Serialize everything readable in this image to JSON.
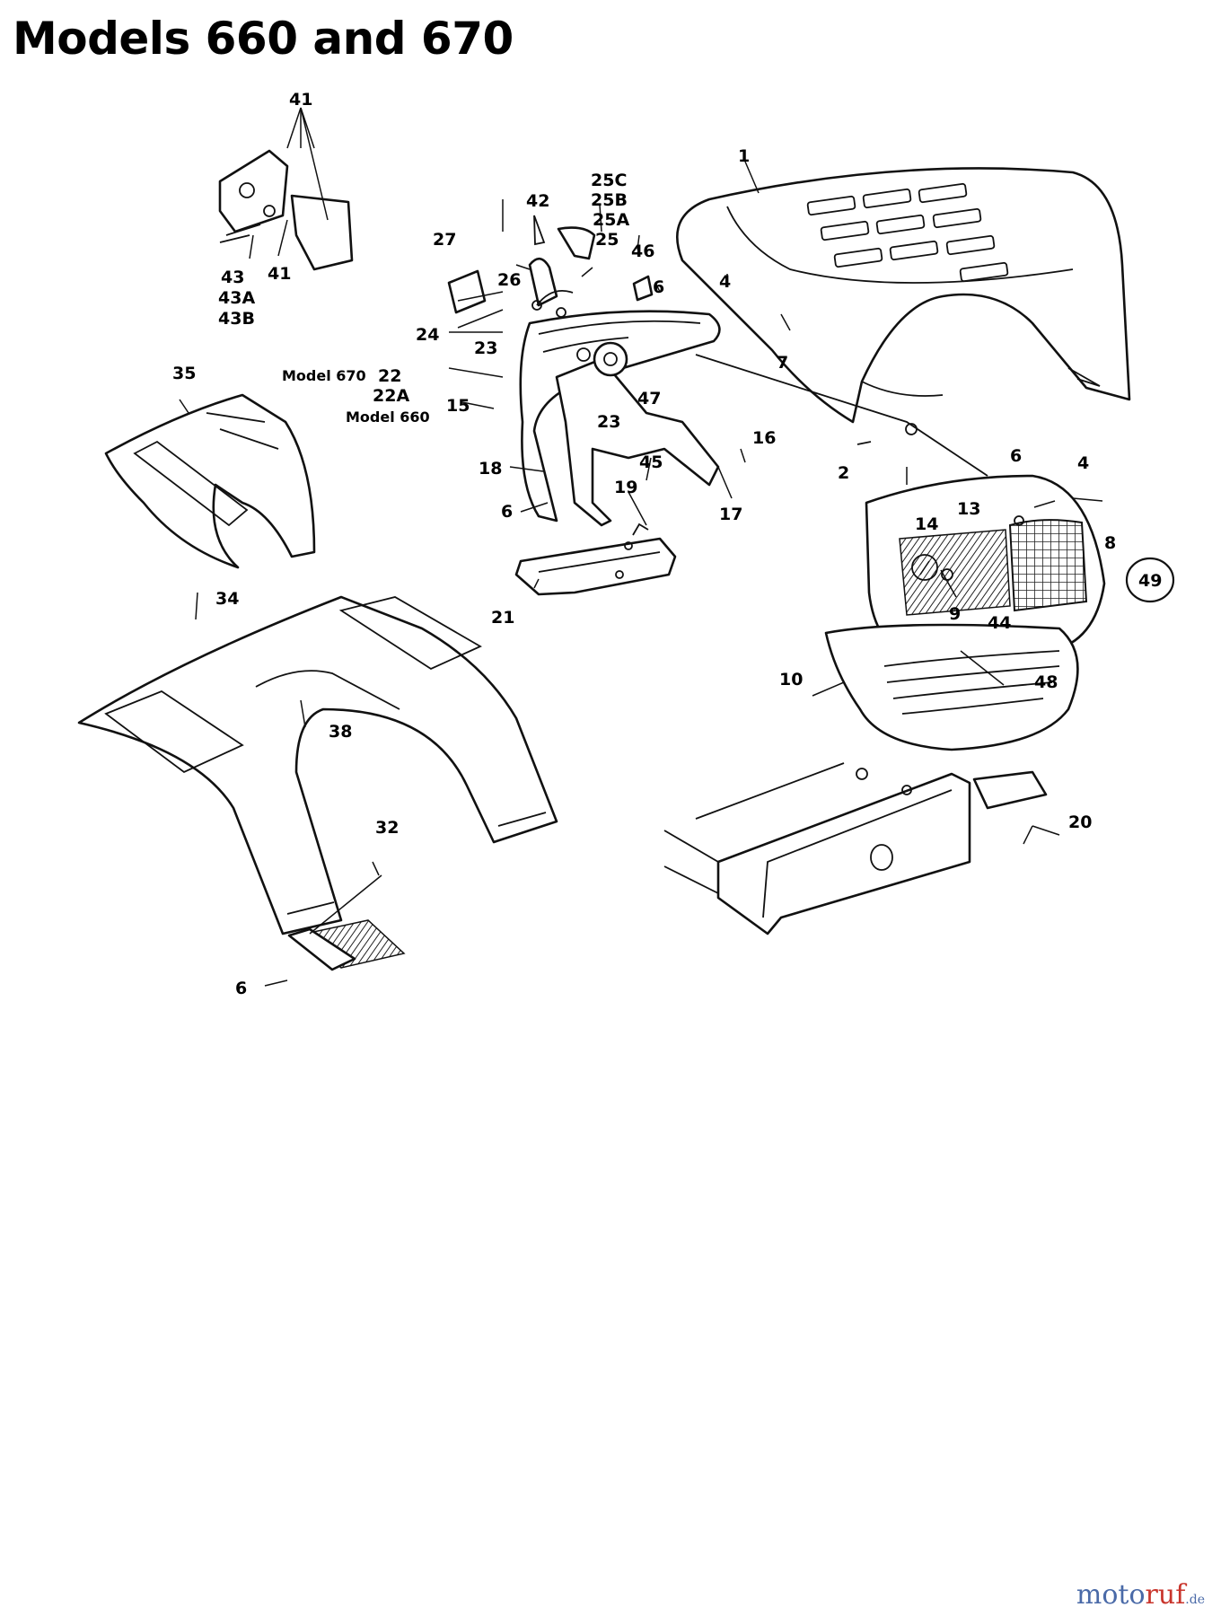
{
  "title": "Models 660 and 670",
  "callouts": {
    "c1": "1",
    "c2": "2",
    "c4a": "4",
    "c4b": "4",
    "c6a": "6",
    "c6b": "6",
    "c6c": "6",
    "c6d": "6",
    "c7": "7",
    "c8": "8",
    "c9": "9",
    "c10": "10",
    "c13": "13",
    "c14": "14",
    "c15": "15",
    "c16": "16",
    "c17": "17",
    "c18": "18",
    "c19": "19",
    "c20": "20",
    "c21": "21",
    "c22": "22",
    "c22a": "22A",
    "c23a": "23",
    "c23b": "23",
    "c24": "24",
    "c25": "25",
    "c25a": "25A",
    "c25b": "25B",
    "c25c": "25C",
    "c26": "26",
    "c27": "27",
    "c32": "32",
    "c34": "34",
    "c35": "35",
    "c38": "38",
    "c41a": "41",
    "c41b": "41",
    "c42": "42",
    "c43": "43",
    "c43a": "43A",
    "c43b": "43B",
    "c44": "44",
    "c45": "45",
    "c46": "46",
    "c47": "47",
    "c48": "48",
    "c49": "49"
  },
  "model_670": "Model 670",
  "model_660": "Model 660",
  "watermark": {
    "main": "moto",
    "accent": "ruf",
    "suffix": ".de"
  }
}
